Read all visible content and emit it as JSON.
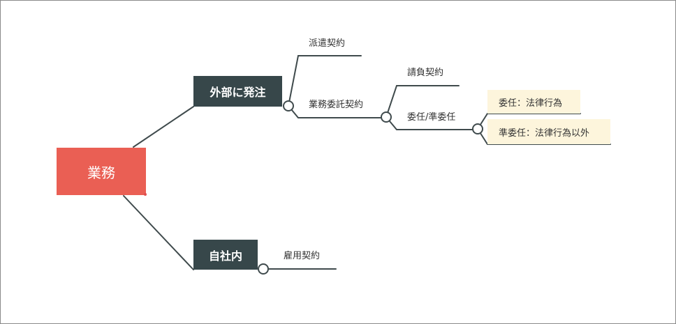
{
  "root": {
    "label": "業務"
  },
  "branches": {
    "outsource": {
      "label": "外部に発注",
      "children": {
        "dispatch": {
          "label": "派遣契約"
        },
        "subcontract": {
          "label": "業務委託契約",
          "children": {
            "contract_work": {
              "label": "請負契約"
            },
            "mandate": {
              "label": "委任/準委任",
              "children": {
                "legal": {
                  "label": "委任：法律行為"
                },
                "non_legal": {
                  "label": "準委任：法律行為以外"
                }
              }
            }
          }
        }
      }
    },
    "in_house": {
      "label": "自社内",
      "children": {
        "employment": {
          "label": "雇用契約"
        }
      }
    }
  },
  "colors": {
    "root_fill": "#ea5f54",
    "main_branch_fill": "#37474a",
    "note_fill": "#fdf5dc",
    "connector": "#3f4a4c"
  }
}
